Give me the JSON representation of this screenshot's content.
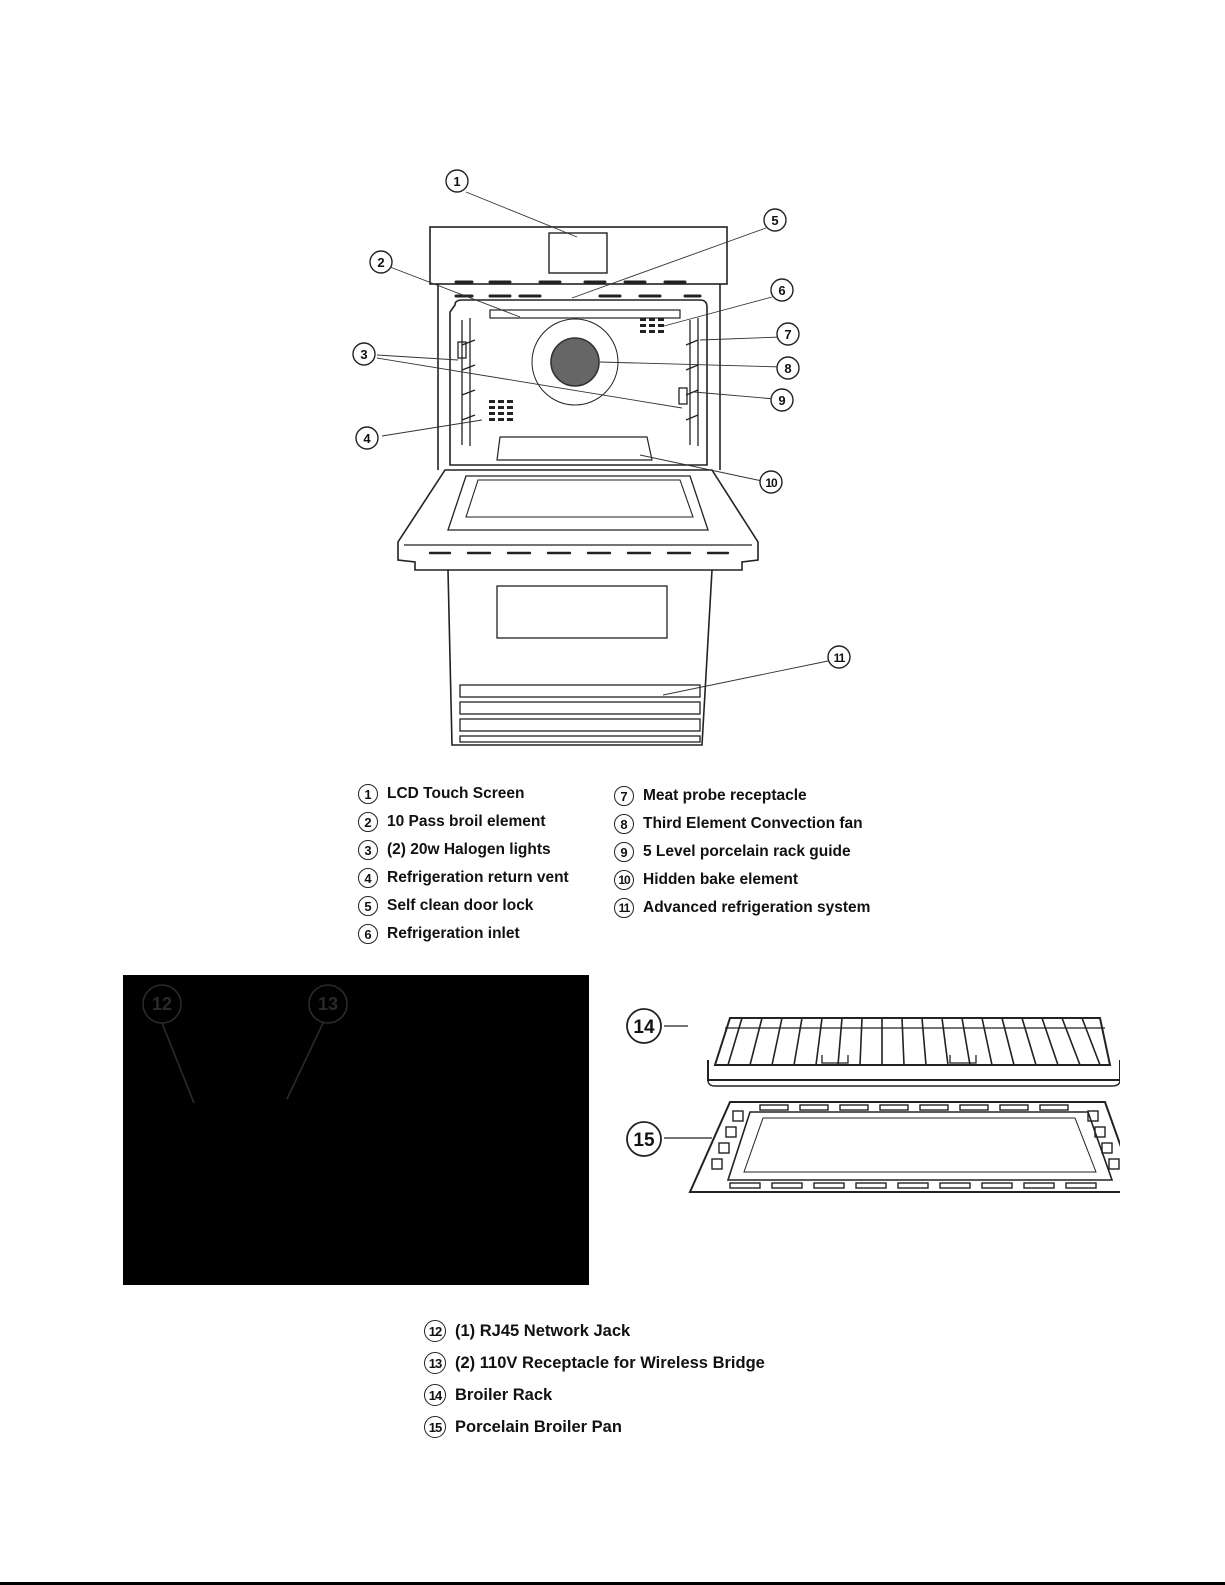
{
  "diagram": {
    "callouts": [
      "1",
      "2",
      "3",
      "4",
      "5",
      "6",
      "7",
      "8",
      "9",
      "10",
      "11",
      "12",
      "13",
      "14",
      "15"
    ],
    "legend_left": [
      {
        "num": "1",
        "label": "LCD Touch Screen"
      },
      {
        "num": "2",
        "label": "10 Pass broil element"
      },
      {
        "num": "3",
        "label": "(2) 20w Halogen lights"
      },
      {
        "num": "4",
        "label": "Refrigeration return vent"
      },
      {
        "num": "5",
        "label": "Self clean door lock"
      },
      {
        "num": "6",
        "label": "Refrigeration inlet"
      }
    ],
    "legend_right": [
      {
        "num": "7",
        "label": "Meat probe receptacle"
      },
      {
        "num": "8",
        "label": "Third Element Convection fan"
      },
      {
        "num": "9",
        "label": "5 Level porcelain rack guide"
      },
      {
        "num": "10",
        "label": "Hidden bake element"
      },
      {
        "num": "11",
        "label": "Advanced refrigeration system"
      }
    ],
    "legend_bottom": [
      {
        "num": "12",
        "label": "(1) RJ45 Network Jack"
      },
      {
        "num": "13",
        "label": "(2) 110V Receptacle for Wireless Bridge"
      },
      {
        "num": "14",
        "label": "Broiler Rack"
      },
      {
        "num": "15",
        "label": "Porcelain Broiler Pan"
      }
    ]
  }
}
